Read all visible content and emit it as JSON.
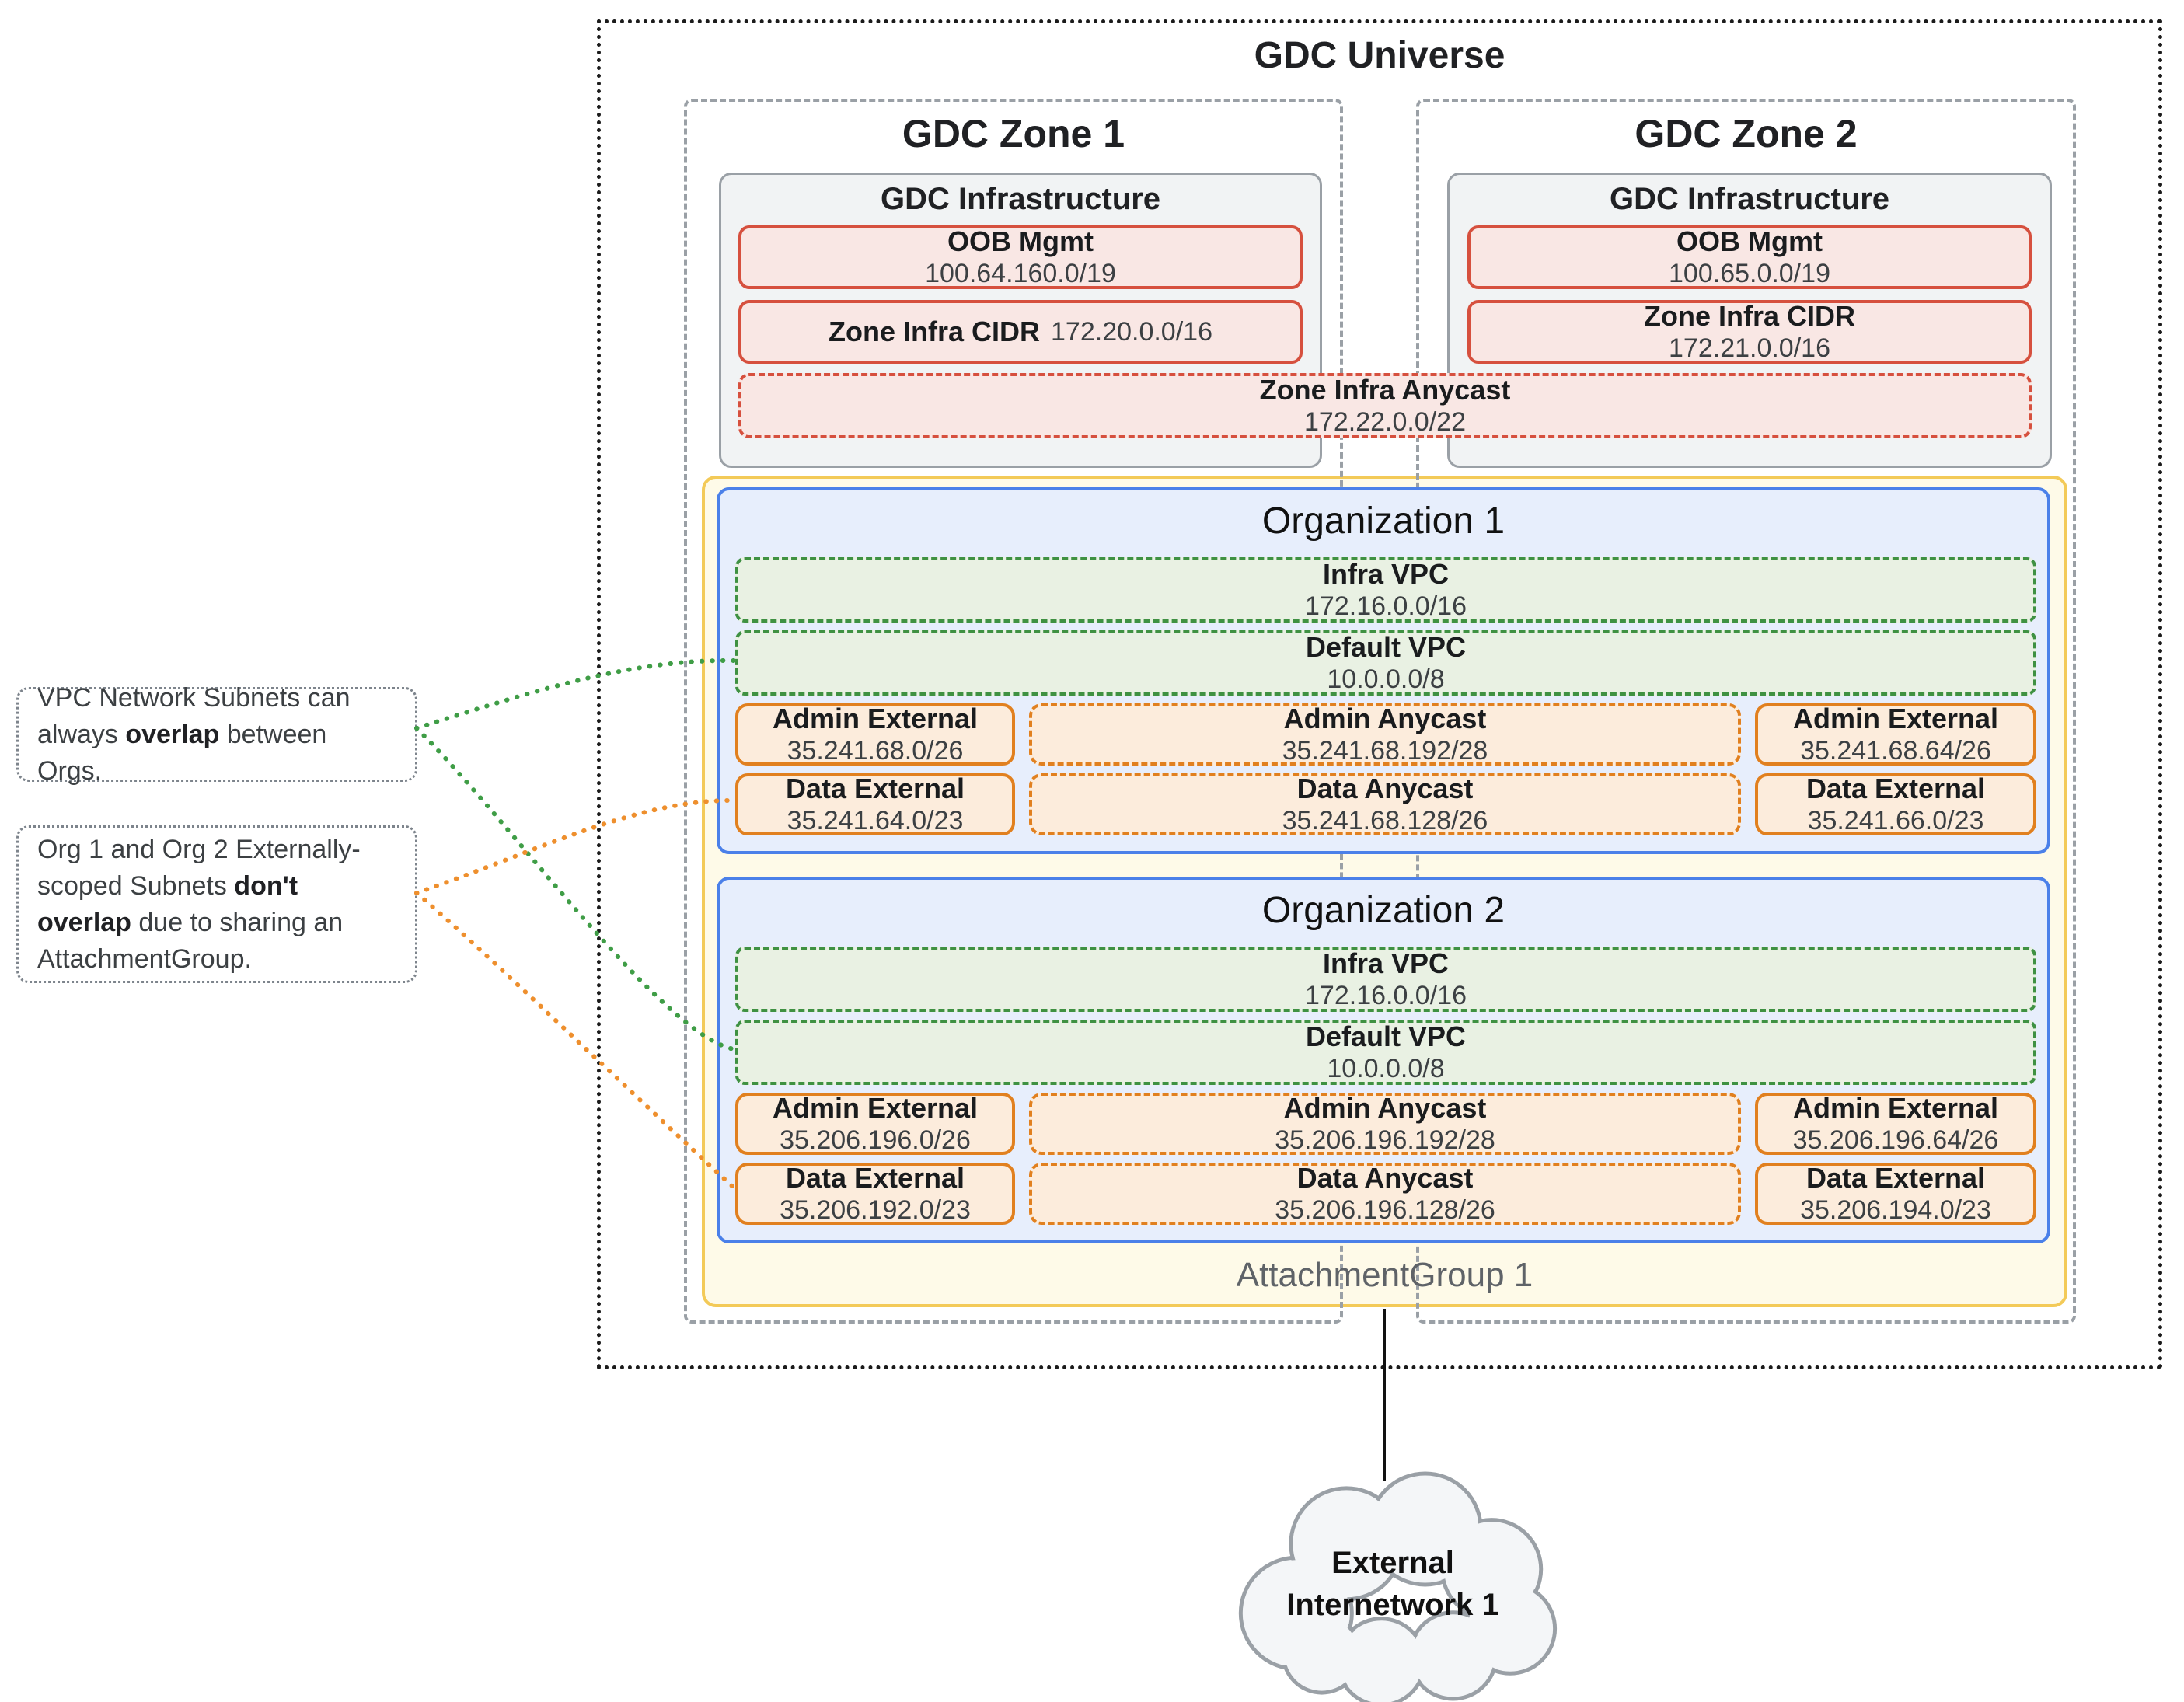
{
  "universe": {
    "title": "GDC Universe"
  },
  "zones": [
    {
      "title": "GDC Zone 1",
      "infra_title": "GDC Infrastructure",
      "oob": {
        "label": "OOB Mgmt",
        "cidr": "100.64.160.0/19"
      },
      "zone_cidr": {
        "label": "Zone Infra CIDR",
        "cidr": "172.20.0.0/16"
      }
    },
    {
      "title": "GDC Zone 2",
      "infra_title": "GDC Infrastructure",
      "oob": {
        "label": "OOB Mgmt",
        "cidr": "100.65.0.0/19"
      },
      "zone_cidr": {
        "label": "Zone Infra CIDR",
        "cidr": "172.21.0.0/16"
      }
    }
  ],
  "zone_anycast": {
    "label": "Zone Infra Anycast",
    "cidr": "172.22.0.0/22"
  },
  "attachment_group": {
    "label": "AttachmentGroup 1"
  },
  "organizations": [
    {
      "title": "Organization 1",
      "infra_vpc": {
        "label": "Infra VPC",
        "cidr": "172.16.0.0/16"
      },
      "default_vpc": {
        "label": "Default VPC",
        "cidr": "10.0.0.0/8"
      },
      "subnets": {
        "admin_external_left": {
          "label": "Admin External",
          "cidr": "35.241.68.0/26"
        },
        "admin_anycast": {
          "label": "Admin Anycast",
          "cidr": "35.241.68.192/28"
        },
        "admin_external_right": {
          "label": "Admin External",
          "cidr": "35.241.68.64/26"
        },
        "data_external_left": {
          "label": "Data External",
          "cidr": "35.241.64.0/23"
        },
        "data_anycast": {
          "label": "Data Anycast",
          "cidr": "35.241.68.128/26"
        },
        "data_external_right": {
          "label": "Data External",
          "cidr": "35.241.66.0/23"
        }
      }
    },
    {
      "title": "Organization 2",
      "infra_vpc": {
        "label": "Infra VPC",
        "cidr": "172.16.0.0/16"
      },
      "default_vpc": {
        "label": "Default VPC",
        "cidr": "10.0.0.0/8"
      },
      "subnets": {
        "admin_external_left": {
          "label": "Admin External",
          "cidr": "35.206.196.0/26"
        },
        "admin_anycast": {
          "label": "Admin Anycast",
          "cidr": "35.206.196.192/28"
        },
        "admin_external_right": {
          "label": "Admin External",
          "cidr": "35.206.196.64/26"
        },
        "data_external_left": {
          "label": "Data External",
          "cidr": "35.206.192.0/23"
        },
        "data_anycast": {
          "label": "Data Anycast",
          "cidr": "35.206.196.128/26"
        },
        "data_external_right": {
          "label": "Data External",
          "cidr": "35.206.194.0/23"
        }
      }
    }
  ],
  "annotations": [
    {
      "before": "VPC Network Subnets can always ",
      "bold": "overlap",
      "after": " between Orgs."
    },
    {
      "before": "Org 1 and Org 2 Externally-scoped Subnets ",
      "bold": "don't overlap",
      "after": " due to sharing an AttachmentGroup."
    }
  ],
  "cloud": {
    "line1": "External",
    "line2": "Internetwork 1"
  },
  "colors": {
    "red_border": "#d6503e",
    "red_fill": "#f9e7e4",
    "green_border": "#3f9142",
    "green_fill": "#e9f1e3",
    "orange_border": "#e1801f",
    "orange_fill": "#fcecdc",
    "blue_border": "#4b80e9",
    "blue_fill": "#e7eefc",
    "yellow_border": "#f3ca58",
    "yellow_fill": "#fefae8",
    "gray_border": "#9aa0a6",
    "infra_fill": "#f1f3f4",
    "connector_green": "#3f9d46",
    "connector_orange": "#ee8f2d"
  }
}
